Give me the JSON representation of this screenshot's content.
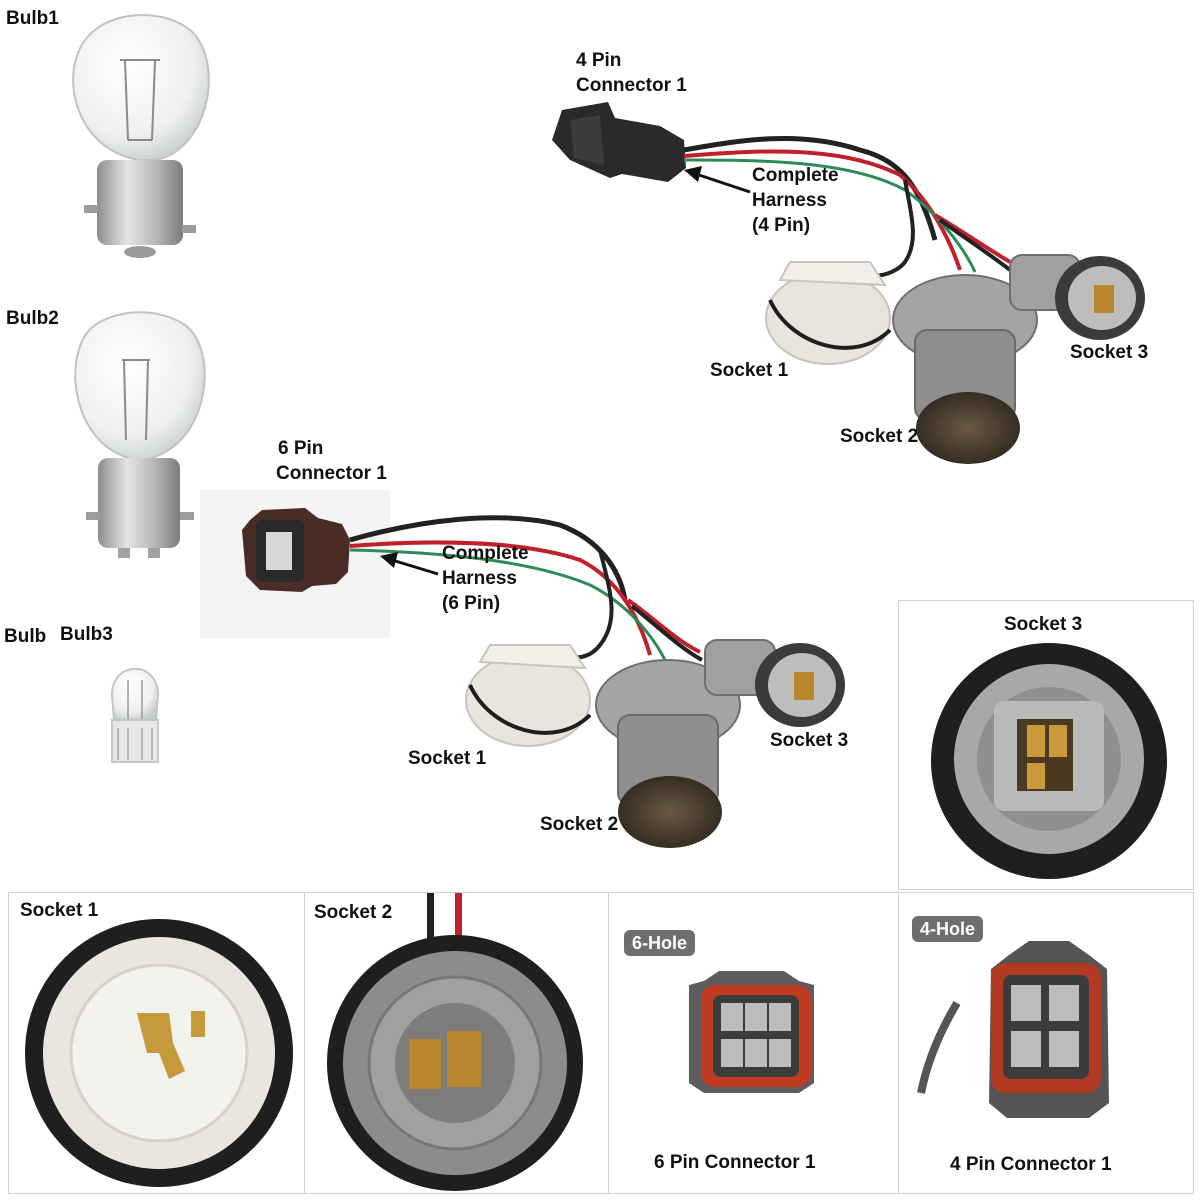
{
  "bulbs": {
    "bulb1": "Bulb1",
    "bulb2_a": "Bulb",
    "bulb2_b": "2",
    "bulb3_a": "Bulb",
    "bulb3_b": "Bulb3"
  },
  "harness4": {
    "connector_line1": "4 Pin",
    "connector_line2": "Connector 1",
    "harness_line1": "Complete",
    "harness_line2": "Harness",
    "harness_line3": "(4 Pin)",
    "socket1": "Socket 1",
    "socket2": "Socket 2",
    "socket3": "Socket 3"
  },
  "harness6": {
    "connector_line1": "6 Pin",
    "connector_line2": "Connector 1",
    "harness_line1": "Complete",
    "harness_line2": "Harness",
    "harness_line3": "(6 Pin)",
    "socket1": "Socket 1",
    "socket2": "Socket 2",
    "socket3": "Socket 3"
  },
  "closeups": {
    "socket3_title": "Socket 3",
    "socket1_title": "Socket 1",
    "socket2_title": "Socket 2",
    "six_hole_badge": "6-Hole",
    "six_pin_caption": "6 Pin Connector 1",
    "four_hole_badge": "4-Hole",
    "four_pin_caption": "4 Pin Connector 1"
  },
  "colors": {
    "wire_red": "#c0202a",
    "wire_green": "#2e8b57",
    "wire_black": "#222222",
    "socket_grey": "#9a9a9a",
    "brass": "#b8862c"
  }
}
